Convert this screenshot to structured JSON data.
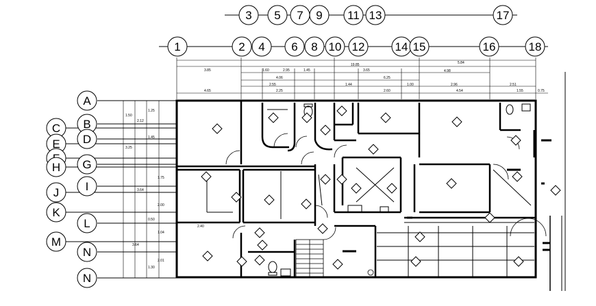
{
  "drawing": {
    "column_grid_top": [
      "3",
      "5",
      "7",
      "9",
      "11",
      "13",
      "17"
    ],
    "column_grid_bottom": [
      "1",
      "2",
      "4",
      "6",
      "8",
      "10",
      "12",
      "14",
      "15",
      "16",
      "18"
    ],
    "row_grid_left": [
      "C",
      "E",
      "F",
      "H",
      "J",
      "K",
      "M"
    ],
    "row_grid_right": [
      "A",
      "B",
      "D",
      "G",
      "I",
      "L",
      "N",
      "N"
    ],
    "dimensions_top": [
      "5.84",
      "19.85",
      "3.85",
      "4.98",
      "6.25",
      "1.00",
      "2.96",
      "2.51",
      "4.65",
      "2.60",
      "4.54",
      "1.55",
      "0.75",
      "1.60",
      "2.95",
      "1.45",
      "4.06",
      "2.55",
      "1.44",
      "2.25",
      "3.65"
    ],
    "dimensions_left": [
      "1.25",
      "1.50",
      "2.12",
      "1.45",
      "3.25",
      "1.75",
      "3.64",
      "2.00",
      "0.50",
      "1.04",
      "3.64",
      "2.01",
      "1.30",
      "2.40"
    ]
  }
}
